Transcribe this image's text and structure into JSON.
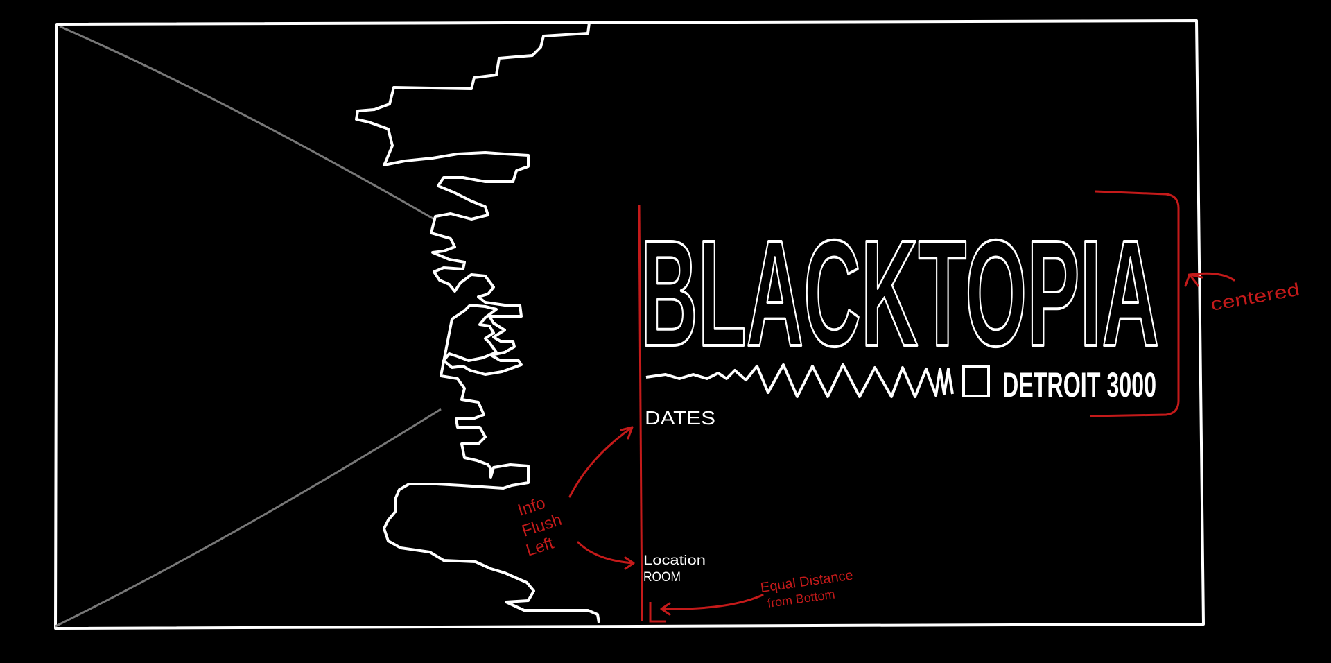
{
  "sketch": {
    "title": "BLACKTOPIA",
    "subtitle": "DETROIT 3000",
    "info": {
      "dates": "DATES",
      "location": "Location",
      "room": "ROOM"
    },
    "annotations": {
      "centered": "centered",
      "info_flush_left_1": "Info",
      "info_flush_left_2": "Flush",
      "info_flush_left_3": "Left",
      "equal_distance_1": "Equal Distance",
      "equal_distance_2": "from Bottom"
    }
  },
  "colors": {
    "background": "#000000",
    "ink": "#ffffff",
    "guide_lines": "#777777",
    "annotation": "#c41a1a"
  }
}
